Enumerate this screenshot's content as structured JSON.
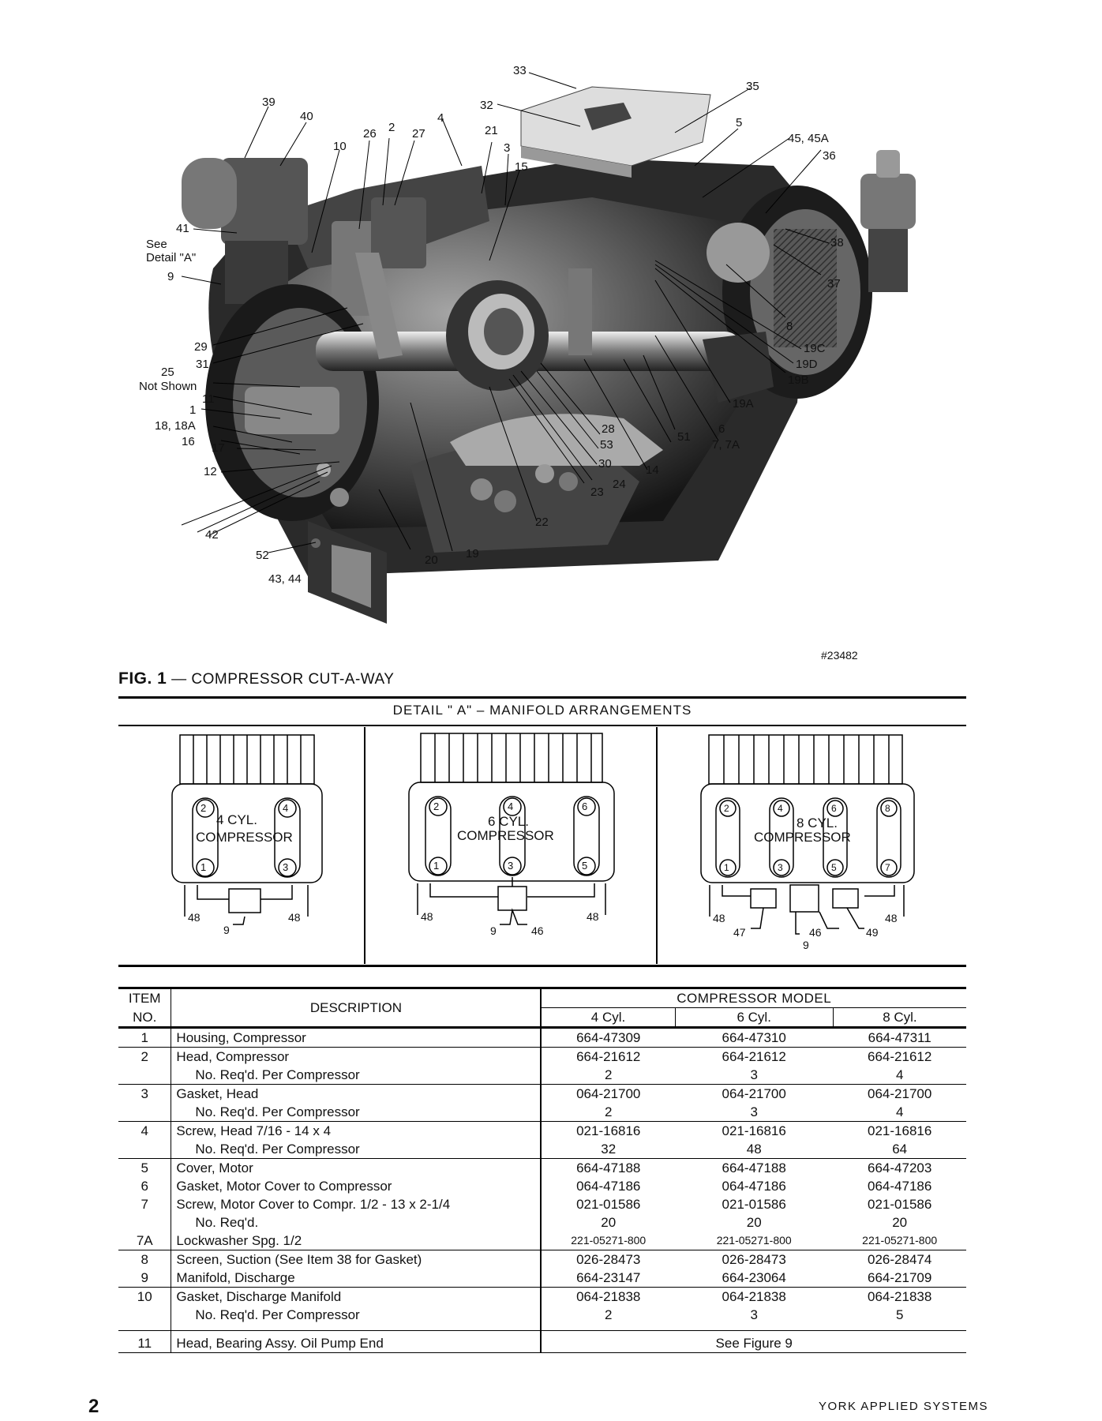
{
  "figure": {
    "caption_number": "FIG. 1",
    "caption_text": "— COMPRESSOR CUT-A-WAY",
    "figure_id": "#23482",
    "callouts": [
      {
        "label": "33"
      },
      {
        "label": "35"
      },
      {
        "label": "32"
      },
      {
        "label": "4"
      },
      {
        "label": "39"
      },
      {
        "label": "40"
      },
      {
        "label": "26"
      },
      {
        "label": "2"
      },
      {
        "label": "27"
      },
      {
        "label": "21"
      },
      {
        "label": "10"
      },
      {
        "label": "3"
      },
      {
        "label": "5"
      },
      {
        "label": "45, 45A"
      },
      {
        "label": "36"
      },
      {
        "label": "15"
      },
      {
        "label": "41"
      },
      {
        "label": "See"
      },
      {
        "label": "Detail \"A\""
      },
      {
        "label": "9"
      },
      {
        "label": "38"
      },
      {
        "label": "37"
      },
      {
        "label": "8"
      },
      {
        "label": "29"
      },
      {
        "label": "19C"
      },
      {
        "label": "31"
      },
      {
        "label": "19D"
      },
      {
        "label": "25"
      },
      {
        "label": "19B"
      },
      {
        "label": "Not Shown"
      },
      {
        "label": "11"
      },
      {
        "label": "1"
      },
      {
        "label": "19A"
      },
      {
        "label": "18, 18A"
      },
      {
        "label": "28"
      },
      {
        "label": "6"
      },
      {
        "label": "16"
      },
      {
        "label": "17"
      },
      {
        "label": "53"
      },
      {
        "label": "51"
      },
      {
        "label": "7, 7A"
      },
      {
        "label": "12"
      },
      {
        "label": "30"
      },
      {
        "label": "14"
      },
      {
        "label": "24"
      },
      {
        "label": "23"
      },
      {
        "label": "22"
      },
      {
        "label": "42"
      },
      {
        "label": "52"
      },
      {
        "label": "19"
      },
      {
        "label": "20"
      },
      {
        "label": "43, 44"
      }
    ]
  },
  "detail": {
    "title": "DETAIL \" A\" – MANIFOLD ARRANGEMENTS",
    "panels": [
      {
        "label_line1": "4 CYL.",
        "label_line2": "COMPRESSOR",
        "cyl_top": [
          "2",
          "4"
        ],
        "cyl_bottom": [
          "1",
          "3"
        ],
        "callouts": [
          "48",
          "48",
          "9"
        ]
      },
      {
        "label_line1": "6 CYL.",
        "label_line2": "COMPRESSOR",
        "cyl_top": [
          "2",
          "4",
          "6"
        ],
        "cyl_bottom": [
          "1",
          "3",
          "5"
        ],
        "callouts": [
          "48",
          "48",
          "9",
          "46"
        ]
      },
      {
        "label_line1": "8 CYL.",
        "label_line2": "COMPRESSOR",
        "cyl_top": [
          "2",
          "4",
          "6",
          "8"
        ],
        "cyl_bottom": [
          "1",
          "3",
          "5",
          "7"
        ],
        "callouts": [
          "48",
          "48",
          "47",
          "46",
          "49",
          "9"
        ]
      }
    ]
  },
  "table": {
    "header_item": "ITEM",
    "header_no": "NO.",
    "header_desc": "DESCRIPTION",
    "header_model": "COMPRESSOR MODEL",
    "header_4": "4 Cyl.",
    "header_6": "6 Cyl.",
    "header_8": "8 Cyl.",
    "rows": [
      {
        "item": "1",
        "desc": "Housing, Compressor",
        "c4": "664-47309",
        "c6": "664-47310",
        "c8": "664-47311"
      },
      {
        "item": "2",
        "desc": "Head, Compressor",
        "c4": "664-21612",
        "c6": "664-21612",
        "c8": "664-21612"
      },
      {
        "item": "",
        "desc": "No. Req'd. Per Compressor",
        "c4": "2",
        "c6": "3",
        "c8": "4"
      },
      {
        "item": "3",
        "desc": "Gasket, Head",
        "c4": "064-21700",
        "c6": "064-21700",
        "c8": "064-21700"
      },
      {
        "item": "",
        "desc": "No. Req'd. Per Compressor",
        "c4": "2",
        "c6": "3",
        "c8": "4"
      },
      {
        "item": "4",
        "desc": "Screw, Head 7/16 - 14 x 4",
        "c4": "021-16816",
        "c6": "021-16816",
        "c8": "021-16816"
      },
      {
        "item": "",
        "desc": "No. Req'd. Per Compressor",
        "c4": "32",
        "c6": "48",
        "c8": "64"
      },
      {
        "item": "5",
        "desc": "Cover, Motor",
        "c4": "664-47188",
        "c6": "664-47188",
        "c8": "664-47203"
      },
      {
        "item": "6",
        "desc": "Gasket, Motor Cover to Compressor",
        "c4": "064-47186",
        "c6": "064-47186",
        "c8": "064-47186"
      },
      {
        "item": "7",
        "desc": "Screw, Motor Cover to Compr. 1/2 - 13 x 2-1/4",
        "c4": "021-01586",
        "c6": "021-01586",
        "c8": "021-01586"
      },
      {
        "item": "",
        "desc": "No. Req'd.",
        "c4": "20",
        "c6": "20",
        "c8": "20"
      },
      {
        "item": "7A",
        "desc": "Lockwasher Spg. 1/2",
        "c4": "221-05271-800",
        "c6": "221-05271-800",
        "c8": "221-05271-800"
      },
      {
        "item": "8",
        "desc": "Screen, Suction (See Item 38 for Gasket)",
        "c4": "026-28473",
        "c6": "026-28473",
        "c8": "026-28474"
      },
      {
        "item": "9",
        "desc": "Manifold, Discharge",
        "c4": "664-23147",
        "c6": "664-23064",
        "c8": "664-21709"
      },
      {
        "item": "10",
        "desc": "Gasket, Discharge Manifold",
        "c4": "064-21838",
        "c6": "064-21838",
        "c8": "064-21838"
      },
      {
        "item": "",
        "desc": "No. Req'd. Per Compressor",
        "c4": "2",
        "c6": "3",
        "c8": "5"
      },
      {
        "item": "11",
        "desc": "Head, Bearing Assy. Oil Pump End",
        "span": "See Figure 9"
      }
    ]
  },
  "footer": {
    "page_number": "2",
    "company": "YORK APPLIED SYSTEMS"
  }
}
